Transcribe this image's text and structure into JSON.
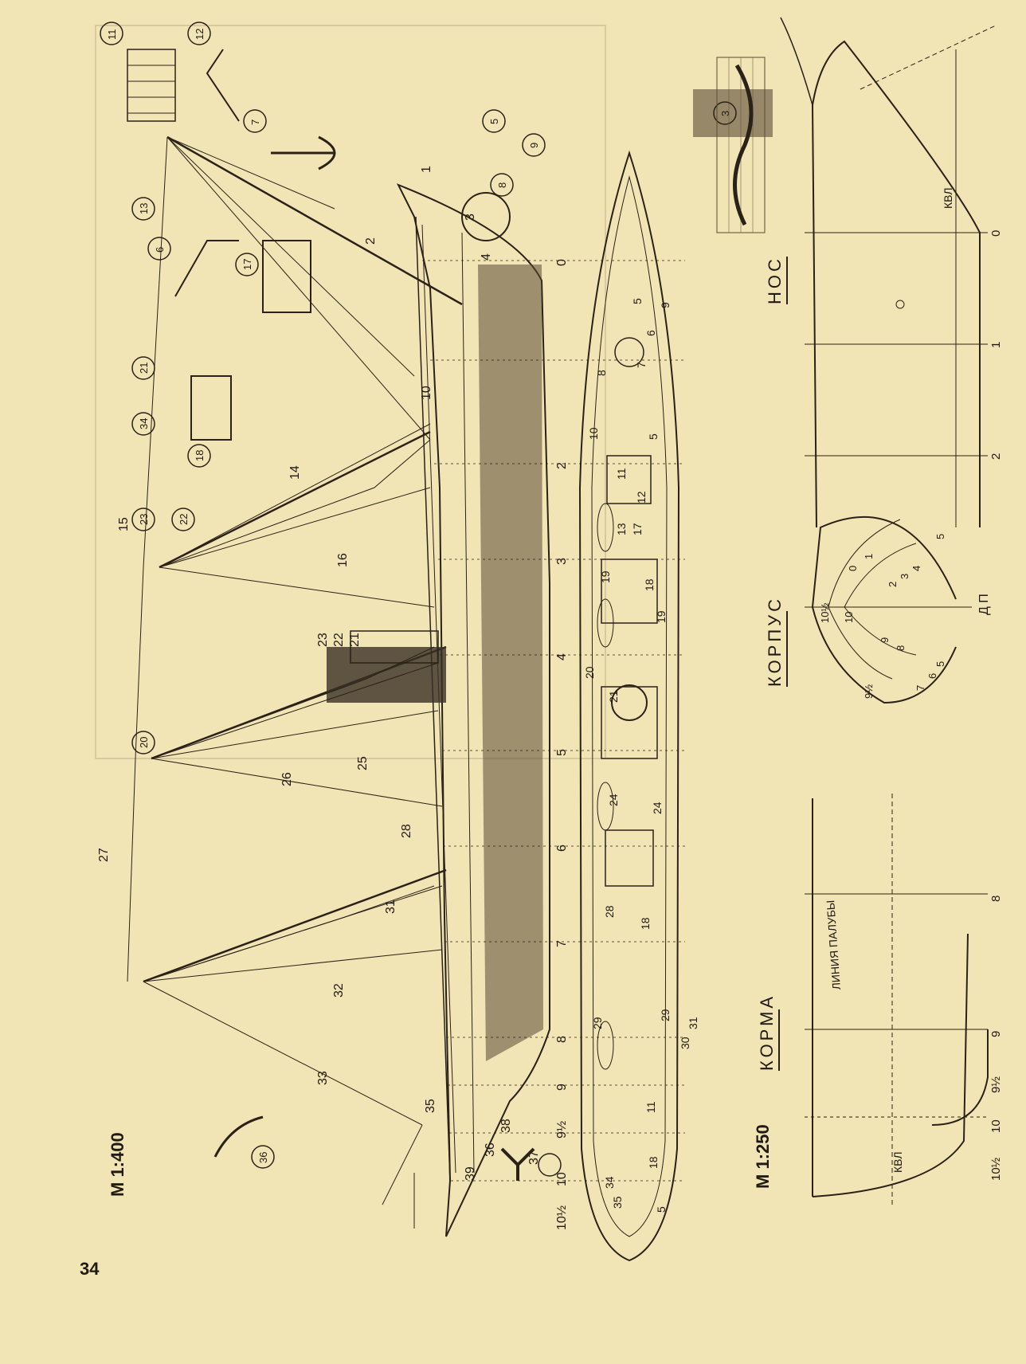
{
  "page_number": "34",
  "main_scale": "М 1:400",
  "lines_scale": "М 1:250",
  "sections": {
    "bow": "НОС",
    "hull": "КОРПУС",
    "stern": "КОРМА"
  },
  "labels": {
    "waterline": "КВЛ",
    "centerline": "Д П",
    "deck_line": "ЛИНИЯ ПАЛУБЫ"
  },
  "stations": [
    "0",
    "1",
    "2",
    "3",
    "4",
    "5",
    "6",
    "7",
    "8",
    "9",
    "9½",
    "10",
    "10½"
  ],
  "body_plan_numbers": [
    "0",
    "1",
    "2",
    "3",
    "4",
    "5",
    "5",
    "6",
    "7",
    "8",
    "9",
    "9½",
    "10",
    "10½"
  ],
  "bow_stations": [
    "0",
    "1",
    "2"
  ],
  "stern_stations": [
    "8",
    "9",
    "9½",
    "10",
    "10½"
  ],
  "detail_numbers": [
    "3",
    "5",
    "6",
    "7",
    "8",
    "9",
    "11",
    "12",
    "13",
    "17",
    "18",
    "20",
    "21",
    "22",
    "23",
    "34",
    "36"
  ],
  "callouts": [
    "1",
    "2",
    "3",
    "4",
    "10",
    "14",
    "15",
    "16",
    "21",
    "22",
    "23",
    "25",
    "26",
    "27",
    "28",
    "31",
    "32",
    "33",
    "35",
    "36",
    "37",
    "38",
    "39"
  ],
  "plan_callouts": [
    "5",
    "9",
    "6",
    "7",
    "8",
    "10",
    "5",
    "11",
    "12",
    "13",
    "17",
    "19",
    "18",
    "19",
    "20",
    "21",
    "24",
    "24",
    "28",
    "18",
    "29",
    "29",
    "30",
    "31",
    "11",
    "18",
    "34",
    "35",
    "5"
  ]
}
